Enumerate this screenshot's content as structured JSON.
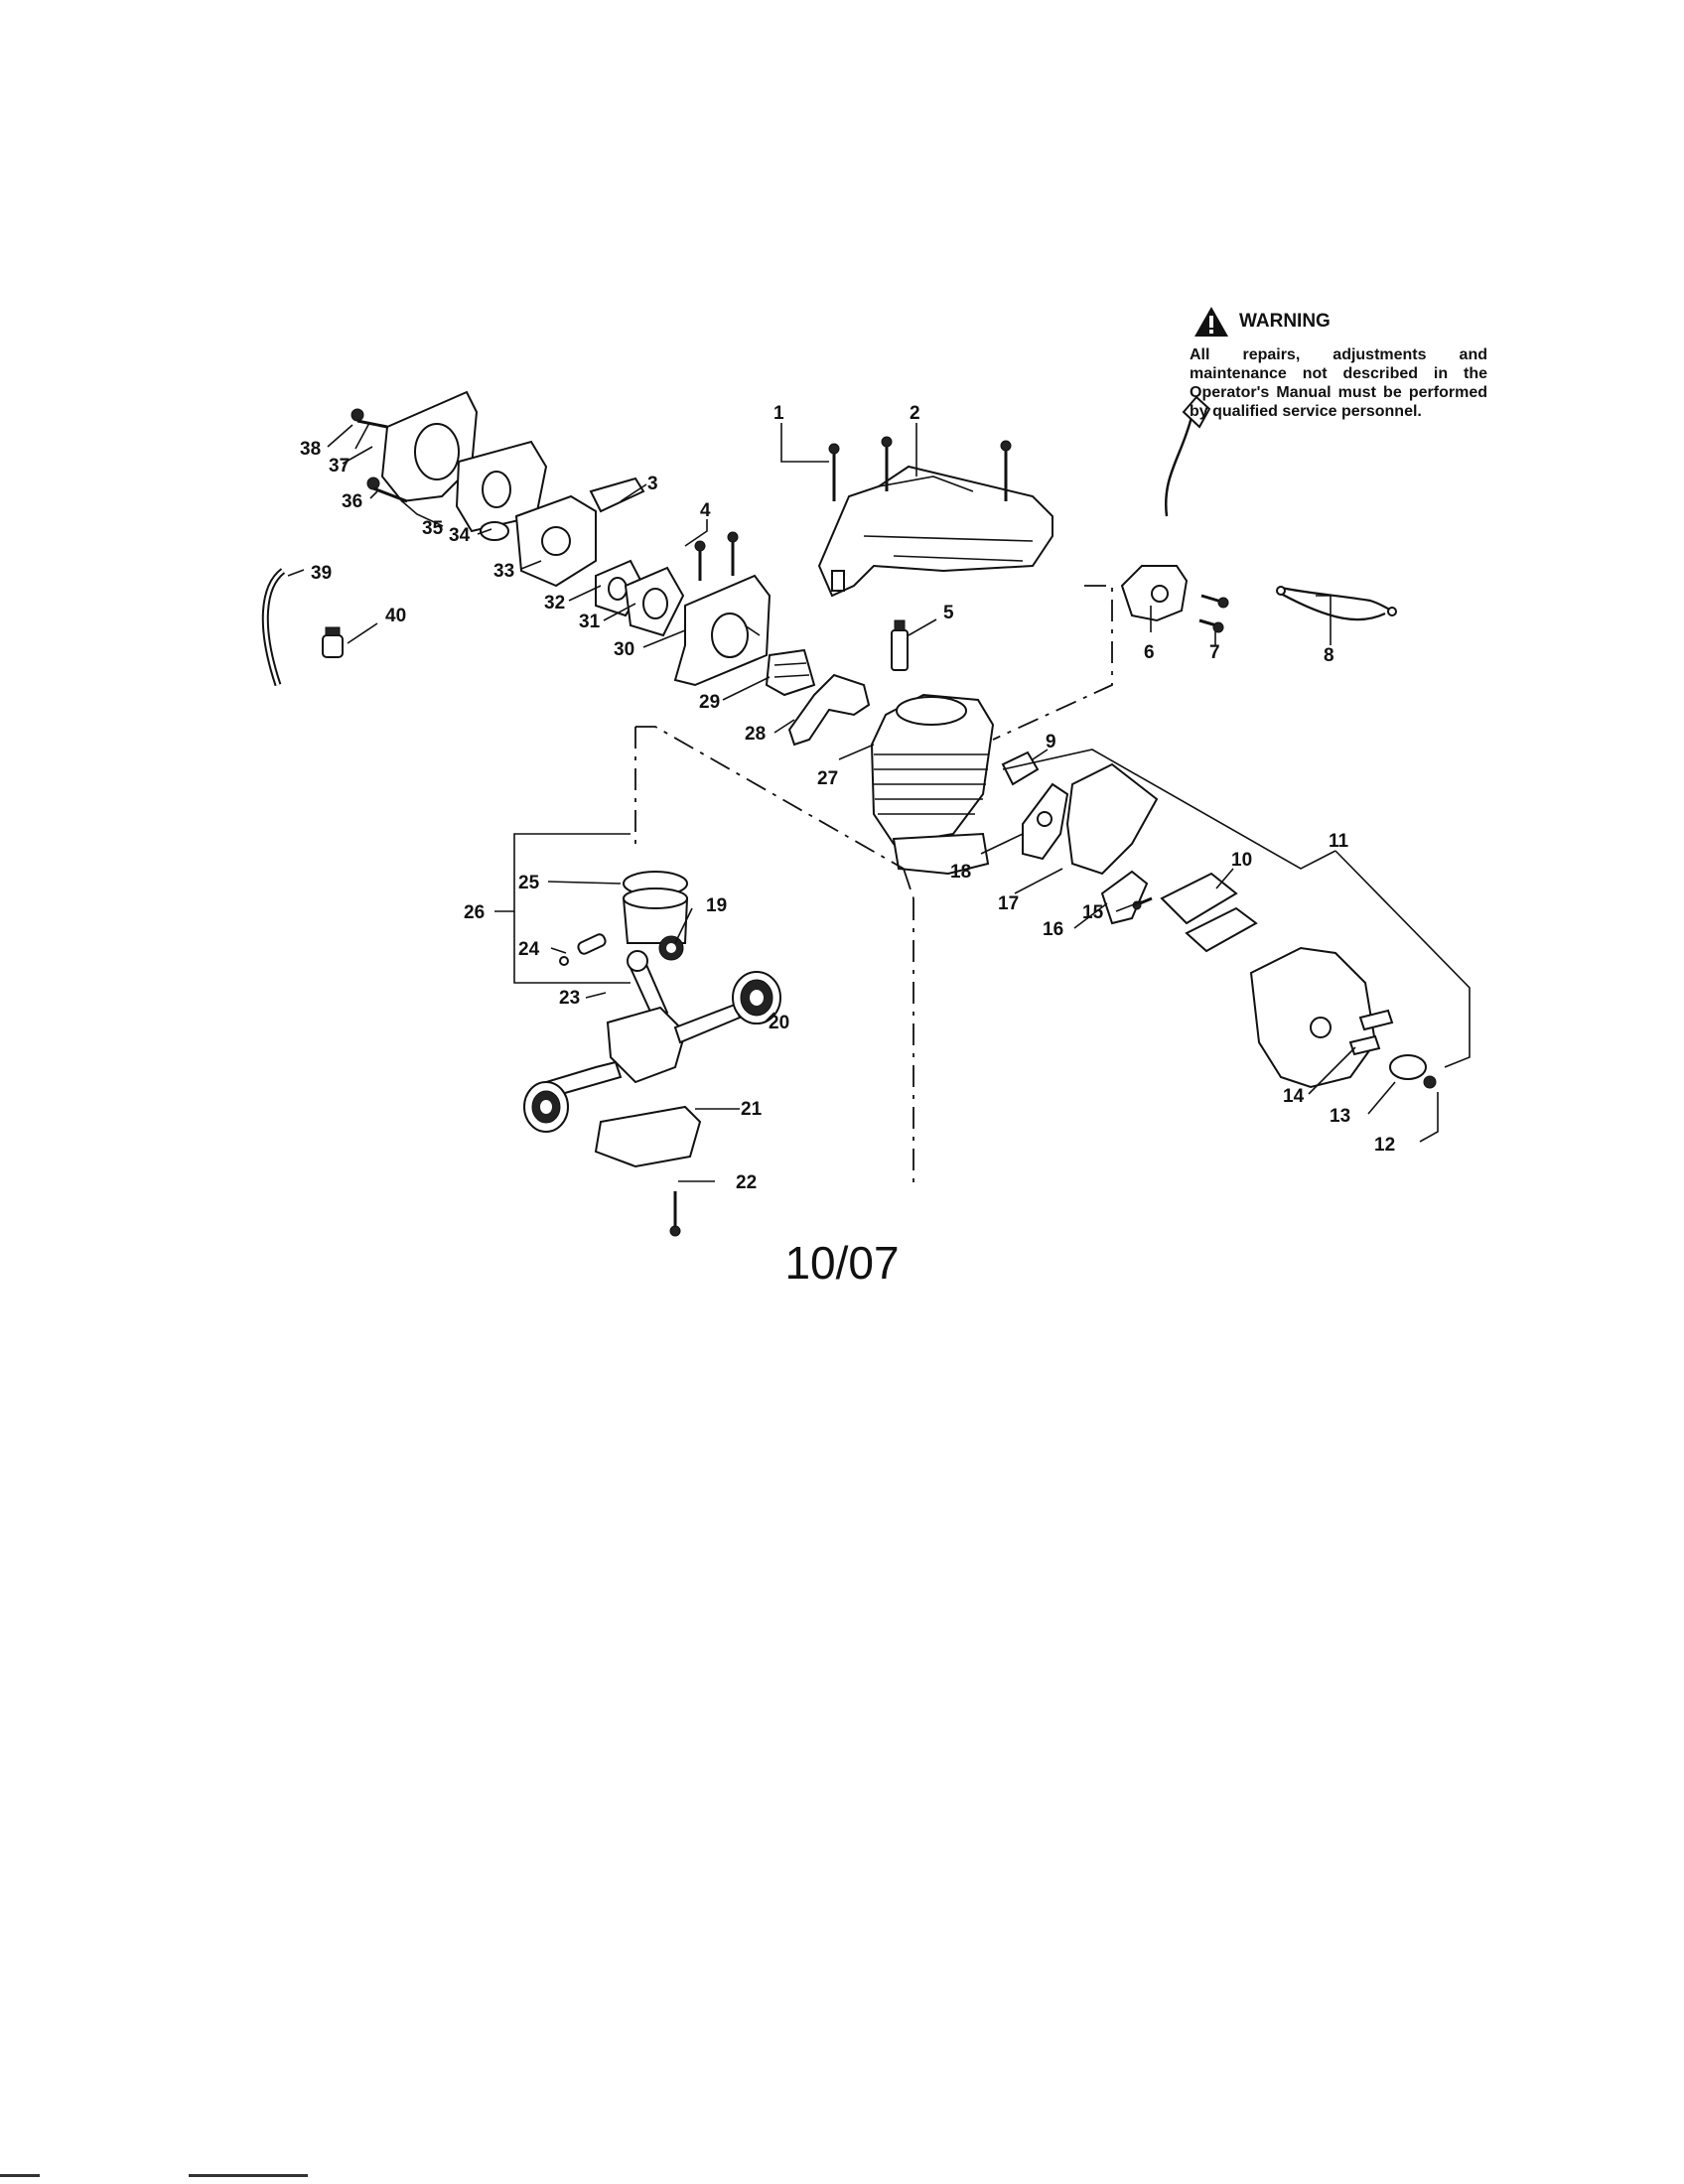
{
  "warning": {
    "icon": "warning-triangle-icon",
    "title": "WARNING",
    "text": "All repairs, adjustments and maintenance not described in the Operator's Manual must be performed by qualified service personnel."
  },
  "callouts": [
    "1",
    "2",
    "3",
    "4",
    "5",
    "6",
    "7",
    "8",
    "9",
    "10",
    "11",
    "12",
    "13",
    "14",
    "15",
    "16",
    "17",
    "18",
    "19",
    "20",
    "21",
    "22",
    "23",
    "24",
    "25",
    "26",
    "27",
    "28",
    "29",
    "30",
    "31",
    "32",
    "33",
    "34",
    "35",
    "36",
    "37",
    "38",
    "39",
    "40"
  ],
  "footer": {
    "date": "10/07"
  }
}
